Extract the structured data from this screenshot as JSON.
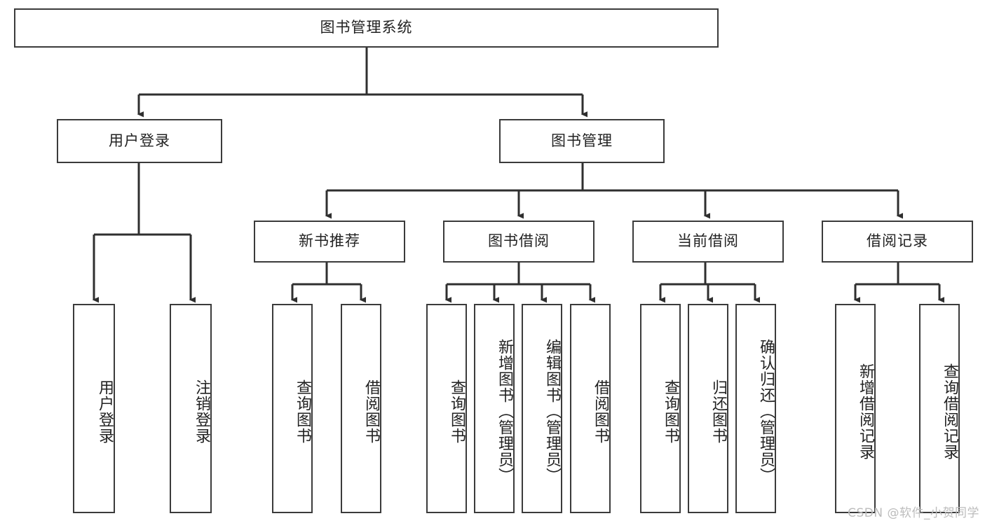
{
  "diagram": {
    "type": "tree-hierarchy",
    "title": "图书管理系统",
    "root": {
      "id": "root",
      "label": "图书管理系统",
      "level": 0
    },
    "level1": [
      {
        "id": "user-login",
        "label": "用户登录"
      },
      {
        "id": "book-manage",
        "label": "图书管理"
      }
    ],
    "level2": [
      {
        "id": "new-book-recommend",
        "label": "新书推荐",
        "parent": "book-manage"
      },
      {
        "id": "book-borrow",
        "label": "图书借阅",
        "parent": "book-manage"
      },
      {
        "id": "current-borrow",
        "label": "当前借阅",
        "parent": "book-manage"
      },
      {
        "id": "borrow-record",
        "label": "借阅记录",
        "parent": "book-manage"
      }
    ],
    "leaves": [
      {
        "id": "leaf-user-login",
        "label": "用户登录",
        "parent": "user-login"
      },
      {
        "id": "leaf-logout",
        "label": "注销登录",
        "parent": "user-login"
      },
      {
        "id": "leaf-query-book-1",
        "label": "查询图书",
        "parent": "new-book-recommend"
      },
      {
        "id": "leaf-borrow-book-1",
        "label": "借阅图书",
        "parent": "new-book-recommend"
      },
      {
        "id": "leaf-query-book-2",
        "label": "查询图书",
        "parent": "book-borrow"
      },
      {
        "id": "leaf-add-book",
        "label": "新增图书（管理员）",
        "parent": "book-borrow"
      },
      {
        "id": "leaf-edit-book",
        "label": "编辑图书（管理员）",
        "parent": "book-borrow"
      },
      {
        "id": "leaf-borrow-book-2",
        "label": "借阅图书",
        "parent": "book-borrow"
      },
      {
        "id": "leaf-query-book-3",
        "label": "查询图书",
        "parent": "current-borrow"
      },
      {
        "id": "leaf-return-book",
        "label": "归还图书",
        "parent": "current-borrow"
      },
      {
        "id": "leaf-confirm-return",
        "label": "确认归还（管理员）",
        "parent": "current-borrow"
      },
      {
        "id": "leaf-add-record",
        "label": "新增借阅记录",
        "parent": "borrow-record"
      },
      {
        "id": "leaf-query-record",
        "label": "查询借阅记录",
        "parent": "borrow-record"
      }
    ],
    "colors": {
      "border": "#3b3b3b",
      "background": "#ffffff",
      "text": "#222222",
      "connector": "#2f2f2f",
      "watermark": "#bcbcbc"
    }
  },
  "watermark": {
    "text": "CSDN @软件_小贺同学"
  }
}
